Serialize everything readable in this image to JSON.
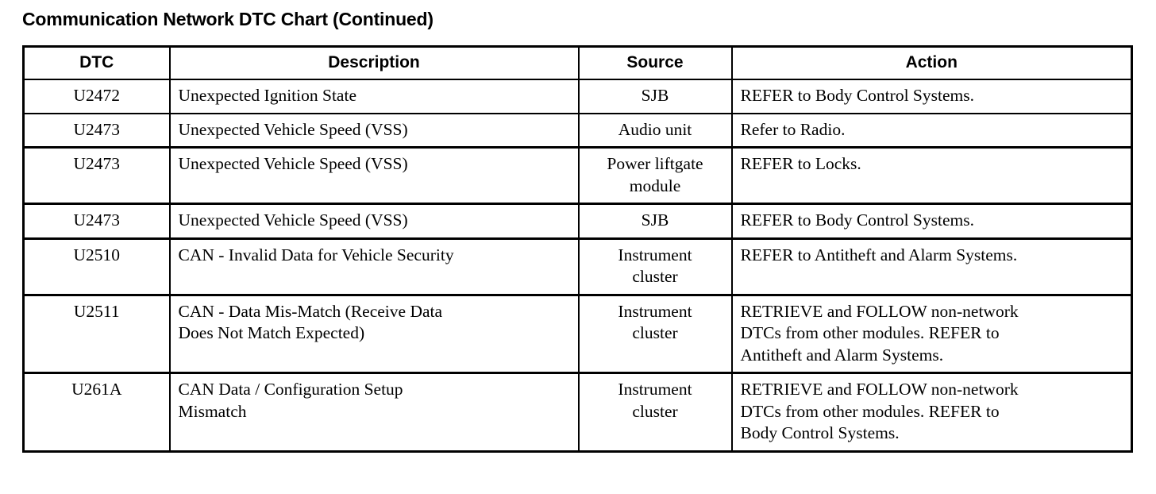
{
  "document": {
    "title": "Communication Network DTC Chart (Continued)"
  },
  "table": {
    "columns": [
      {
        "key": "dtc",
        "label": "DTC"
      },
      {
        "key": "description",
        "label": "Description"
      },
      {
        "key": "source",
        "label": "Source"
      },
      {
        "key": "action",
        "label": "Action"
      }
    ],
    "rows": [
      {
        "dtc": "U2472",
        "description_lines": [
          "Unexpected Ignition State"
        ],
        "source_lines": [
          "SJB"
        ],
        "action_lines": [
          "REFER to Body Control Systems."
        ]
      },
      {
        "dtc": "U2473",
        "description_lines": [
          "Unexpected Vehicle Speed (VSS)"
        ],
        "source_lines": [
          "Audio unit"
        ],
        "action_lines": [
          "Refer to Radio."
        ]
      },
      {
        "dtc": "U2473",
        "description_lines": [
          "Unexpected Vehicle Speed (VSS)"
        ],
        "source_lines": [
          "Power liftgate",
          "module"
        ],
        "action_lines": [
          "REFER to Locks."
        ]
      },
      {
        "dtc": "U2473",
        "description_lines": [
          "Unexpected Vehicle Speed (VSS)"
        ],
        "source_lines": [
          "SJB"
        ],
        "action_lines": [
          "REFER to Body Control Systems."
        ]
      },
      {
        "dtc": "U2510",
        "description_lines": [
          "CAN - Invalid Data for Vehicle Security"
        ],
        "source_lines": [
          "Instrument",
          "cluster"
        ],
        "action_lines": [
          "REFER to Antitheft and Alarm Systems."
        ]
      },
      {
        "dtc": "U2511",
        "description_lines": [
          "CAN - Data Mis-Match (Receive Data",
          "Does Not Match Expected)"
        ],
        "source_lines": [
          "Instrument",
          "cluster"
        ],
        "action_lines": [
          "RETRIEVE and FOLLOW non-network",
          "DTCs from other modules. REFER to",
          "Antitheft and Alarm Systems."
        ]
      },
      {
        "dtc": "U261A",
        "description_lines": [
          "CAN Data / Configuration Setup",
          "Mismatch"
        ],
        "source_lines": [
          "Instrument",
          "cluster"
        ],
        "action_lines": [
          "RETRIEVE and FOLLOW non-network",
          "DTCs from other modules. REFER to",
          "Body Control Systems."
        ]
      }
    ]
  },
  "style": {
    "page_background": "#ffffff",
    "text_color": "#000000",
    "border_color": "#000000"
  }
}
